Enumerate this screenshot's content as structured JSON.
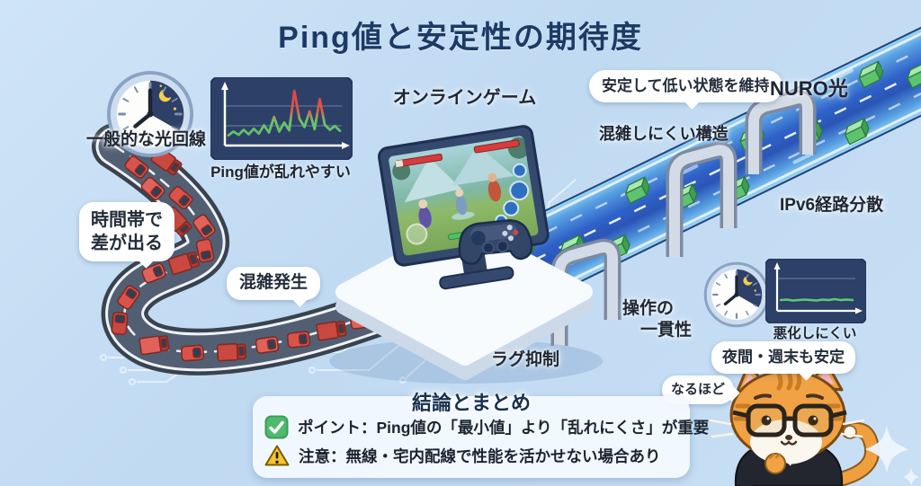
{
  "title": "Ping値と安定性の期待度",
  "left_side": {
    "clock_icon": "day-night-clock",
    "line_label": "一般的な光回線",
    "bubble_time_lines": [
      "時間帯で",
      "差が出る"
    ],
    "bubble_congestion": "混雑発生",
    "road_meaning": "congested winding road with red cars"
  },
  "center": {
    "game_label": "オンラインゲーム",
    "lag_label": "ラグ抑制"
  },
  "right_side": {
    "bubble_stable": "安定して低い状態を維持",
    "provider": "NURO光",
    "structure_label": "混雑しにくい構造",
    "ipv6_label": "IPv6経路分散",
    "consistency_lines": [
      "操作の",
      "一貫性"
    ],
    "bubble_night": "夜間・週末も安定",
    "bubble_naruhodo": "なるほど",
    "highway_meaning": "smooth blue highway with green data packets"
  },
  "conclusion": {
    "title": "結論とまとめ",
    "point": "ポイント：Ping値の「最小値」より「乱れにくさ」が重要",
    "caution": "注意：無線・宅内配線で性能を活かせない場合あり"
  },
  "icons": {
    "day_night_clock": "analog clock with night sector and crescent moon",
    "check": "✓",
    "warning": "!",
    "sparkle": "✦"
  },
  "colors": {
    "bg": "#c3dcf2",
    "title_navy": "#1d3a66",
    "chart_panel_navy": "#2d4068",
    "line_green": "#58c06c",
    "spike_red": "#d94545",
    "highway_blue": "#2f62c8",
    "highway_edge_cyan": "#9fd9f2",
    "packet_green": "#5dc36e",
    "road_gray": "#525f73",
    "car_red": "#d9534b",
    "check_green": "#4cbb6c",
    "warn_yellow": "#f6c52e",
    "cat_orange": "#f0a245"
  },
  "chart_data": [
    {
      "type": "line",
      "title": "Ping値が乱れやすい",
      "values": [
        15,
        22,
        16,
        25,
        17,
        27,
        18,
        33,
        20,
        48,
        22,
        38,
        24,
        95,
        45,
        30,
        58,
        26,
        80,
        34,
        25,
        32,
        23
      ],
      "ylim": [
        0,
        100
      ],
      "xlabel": "",
      "ylabel": "",
      "axes_labeled": false,
      "grid": true,
      "style": "jagged line, green at baseline turning red at spikes, dark navy panel"
    },
    {
      "type": "line",
      "title": "悪化しにくい",
      "values": [
        20,
        21,
        19,
        20,
        21,
        20,
        19,
        21,
        20,
        22,
        20,
        21,
        20
      ],
      "ylim": [
        0,
        100
      ],
      "xlabel": "",
      "ylabel": "",
      "axes_labeled": false,
      "grid": true,
      "style": "flat stable green line, dark navy panel"
    }
  ]
}
